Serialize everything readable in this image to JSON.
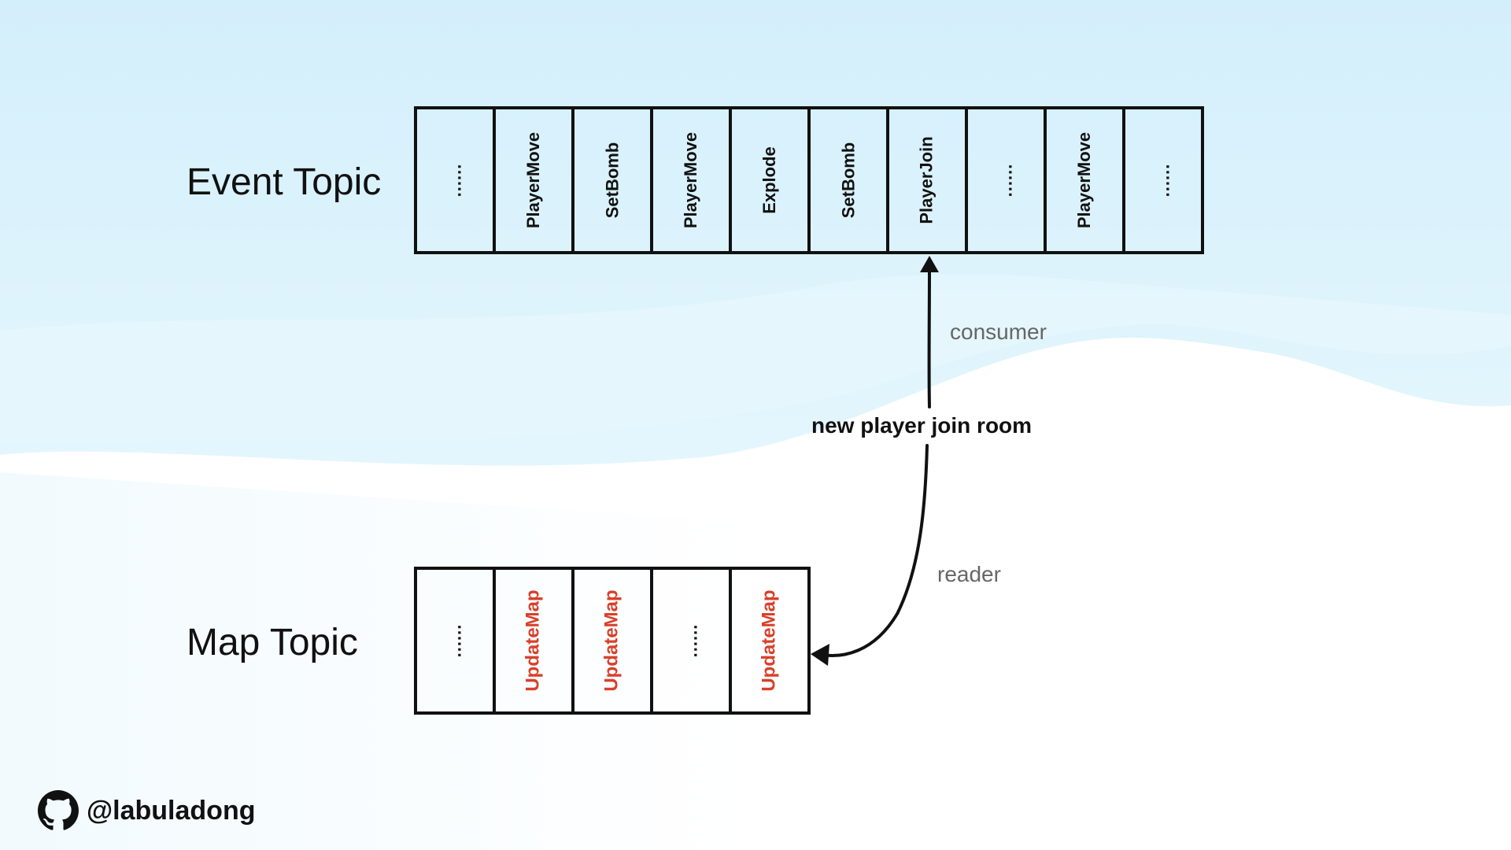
{
  "event_topic": {
    "label": "Event Topic",
    "cells": [
      "......",
      "PlayerMove",
      "SetBomb",
      "PlayerMove",
      "Explode",
      "SetBomb",
      "PlayerJoin",
      "......",
      "PlayerMove",
      "......"
    ]
  },
  "map_topic": {
    "label": "Map Topic",
    "cells": [
      "......",
      "UpdateMap",
      "UpdateMap",
      "......",
      "UpdateMap"
    ]
  },
  "arrow": {
    "center_label": "new player join room",
    "upper_label": "consumer",
    "lower_label": "reader"
  },
  "brand": {
    "handle": "@labuladong",
    "icon": "github-icon"
  },
  "colors": {
    "background_top": "#d6f1fc",
    "map_cell_text": "#d8402a",
    "border": "#111111"
  }
}
